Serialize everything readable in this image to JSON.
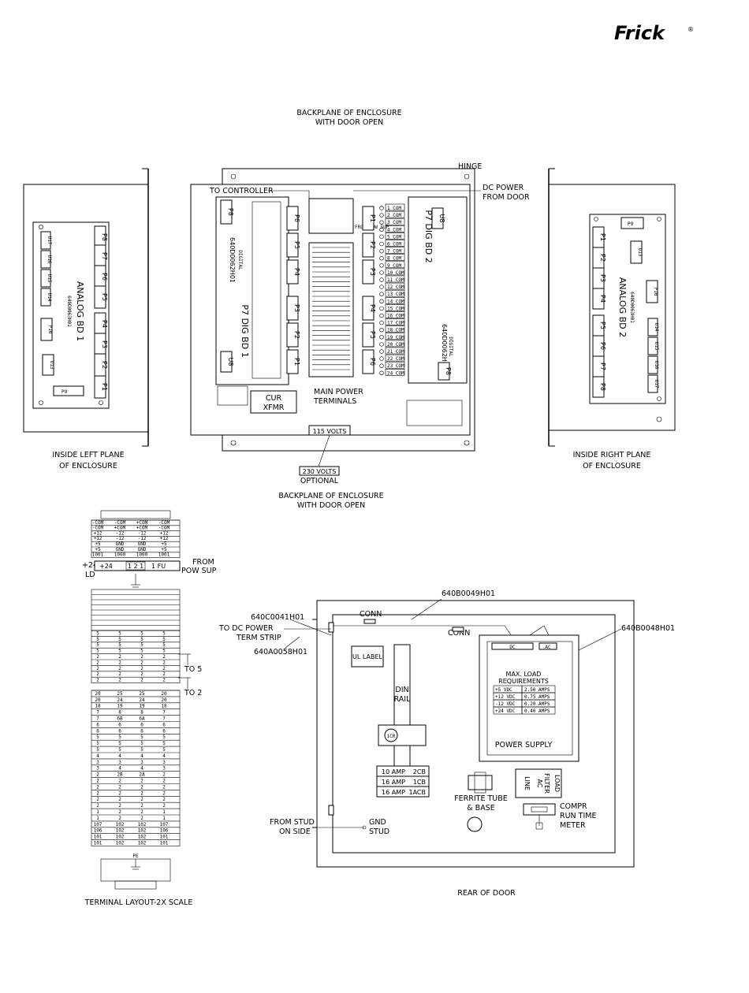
{
  "logo": {
    "text": "Frick",
    "mark": "®"
  },
  "backplane": {
    "title_top_1": "BACKPLANE OF ENCLOSURE",
    "title_top_2": "WITH DOOR OPEN",
    "title_bottom_1": "BACKPLANE OF ENCLOSURE",
    "title_bottom_2": "WITH DOOR OPEN",
    "hinge": "HINGE",
    "to_controller": "TO CONTROLLER",
    "dc_power_1": "DC POWER",
    "dc_power_2": "FROM DOOR",
    "main_power_1": "MAIN POWER",
    "main_power_2": "TERMINALS",
    "cur_1": "CUR",
    "cur_2": "XFMR",
    "v115": "115 VOLTS",
    "v230": "230 VOLTS",
    "optional": "OPTIONAL",
    "dig1_part": "640D0062H01",
    "dig1_sub": "DIGITAL",
    "dig1_name": "P7 DIG BD 1",
    "dig2_part": "640D0062H01",
    "dig2_sub": "DIGITAL",
    "dig2_name": "P7 DIG BD 2",
    "u8": "U8",
    "p8": "P8",
    "from_pow_sup": "FROM POW SUP",
    "left_ports": [
      "P6",
      "P5",
      "P4",
      "P3",
      "P2",
      "P1"
    ],
    "right_ports": [
      "P1",
      "P2",
      "P3",
      "P4",
      "P5",
      "P6"
    ],
    "com_labels": [
      "1 COM",
      "2 COM",
      "3 COM",
      "4 COM",
      "5 COM",
      "6 COM",
      "7 COM",
      "8 COM",
      "9 COM",
      "10 COM",
      "11 COM",
      "12 COM",
      "13 COM",
      "14 COM",
      "15 COM",
      "16 COM",
      "17 COM",
      "18 COM",
      "19 COM",
      "20 COM",
      "21 COM",
      "22 COM",
      "23 COM",
      "24 COM"
    ]
  },
  "left_plane": {
    "caption_1": "INSIDE LEFT PLANE",
    "caption_2": "OF ENCLOSURE",
    "board_name": "ANALOG BD 1",
    "board_part": "640D0063H01",
    "ports": [
      "P8",
      "P7",
      "P6",
      "P5",
      "P4",
      "P3",
      "P2",
      "P1"
    ],
    "chips": [
      "U17",
      "U16",
      "U15",
      "U14",
      "P10",
      "U13",
      "P9"
    ]
  },
  "right_plane": {
    "caption_1": "INSIDE RIGHT PLANE",
    "caption_2": "OF ENCLOSURE",
    "board_name": "ANALOG BD 2",
    "board_part": "640D0063H01",
    "ports": [
      "P1",
      "P2",
      "P3",
      "P4",
      "P5",
      "P6",
      "P7",
      "P8"
    ],
    "chips": [
      "P9",
      "U13",
      "P10",
      "U14",
      "U15",
      "U16",
      "U17"
    ]
  },
  "terminal": {
    "caption": "TERMINAL LAYOUT-2X SCALE",
    "plus24": "+24",
    "ld": "LD",
    "from_1": "FROM",
    "from_2": "POW SUP",
    "fuse_left": "+24",
    "fuse_box": "1 2 1",
    "fuse_right": "1 FU",
    "to5": "TO 5",
    "to2": "TO 2",
    "pe": "PE",
    "top_rows": [
      [
        "-COM",
        "-COM",
        "+COM",
        "-COM"
      ],
      [
        "-COM",
        "+COM",
        "+COM",
        "-COM"
      ],
      [
        "+12",
        "-12",
        "-12",
        "+12"
      ],
      [
        "+12",
        "-12",
        "-12",
        "+12"
      ],
      [
        "+5",
        "GND",
        "GND",
        "+5"
      ],
      [
        "+5",
        "GND",
        "GND",
        "+5"
      ],
      [
        "1001",
        "1000",
        "1000",
        "1001"
      ]
    ],
    "mid_rows": [
      [
        "5",
        "5",
        "5",
        "5"
      ],
      [
        "5",
        "5",
        "5",
        "5"
      ],
      [
        "5",
        "5",
        "5",
        "5"
      ],
      [
        "5",
        "5",
        "5",
        "5"
      ],
      [
        "2",
        "2",
        "2",
        "2"
      ],
      [
        "2",
        "2",
        "2",
        "2"
      ],
      [
        "2",
        "2",
        "2",
        "2"
      ],
      [
        "2",
        "2",
        "2",
        "2"
      ],
      [
        "2",
        "2",
        "2",
        "2"
      ]
    ],
    "bottom_rows": [
      [
        "20",
        "25",
        "25",
        "20"
      ],
      [
        "20",
        "24",
        "24",
        "20"
      ],
      [
        "18",
        "19",
        "19",
        "18"
      ],
      [
        "7",
        "8",
        "8",
        "7"
      ],
      [
        "7",
        "6B",
        "6A",
        "7"
      ],
      [
        "6",
        "6",
        "6",
        "6"
      ],
      [
        "6",
        "6",
        "6",
        "6"
      ],
      [
        "5",
        "5",
        "5",
        "5"
      ],
      [
        "5",
        "5",
        "5",
        "5"
      ],
      [
        "5",
        "5",
        "5",
        "5"
      ],
      [
        "4",
        "4",
        "4",
        "4"
      ],
      [
        "3",
        "3",
        "3",
        "3"
      ],
      [
        "3",
        "4",
        "4",
        "3"
      ],
      [
        "2",
        "2B",
        "2A",
        "2"
      ],
      [
        "2",
        "2",
        "2",
        "2"
      ],
      [
        "2",
        "2",
        "2",
        "2"
      ],
      [
        "2",
        "2",
        "2",
        "2"
      ],
      [
        "2",
        "2",
        "2",
        "2"
      ],
      [
        "2",
        "2",
        "2",
        "2"
      ],
      [
        "1",
        "2",
        "2",
        "1"
      ],
      [
        "1",
        "2",
        "2",
        "1"
      ],
      [
        "107",
        "102",
        "102",
        "107"
      ],
      [
        "106",
        "102",
        "102",
        "106"
      ],
      [
        "101",
        "102",
        "102",
        "101"
      ],
      [
        "101",
        "102",
        "102",
        "101"
      ]
    ]
  },
  "door": {
    "caption": "REAR OF DOOR",
    "p640c": "640C0041H01",
    "p640b49": "640B0049H01",
    "p640b48": "640B0048H01",
    "p640a": "640A0058H01",
    "to_dc_1": "TO DC POWER",
    "to_dc_2": "TERM STRIP",
    "conn": "CONN",
    "ul_label": "UL LABEL",
    "din_1": "DIN",
    "din_2": "RAIL",
    "icr": "1CR",
    "dc": "DC",
    "ac": "AC",
    "max_load": "MAX. LOAD",
    "requirements": "REQUIREMENTS",
    "load_table": [
      [
        "+5 VDC",
        "2.50 AMPS"
      ],
      [
        "+12 VDC",
        "0.75 AMPS"
      ],
      [
        "-12 VDC",
        "0.20 AMPS"
      ],
      [
        "+24 VDC",
        "0.40 AMPS"
      ]
    ],
    "power_supply": "POWER SUPPLY",
    "breakers": [
      [
        "10 AMP",
        "2CB"
      ],
      [
        "16 AMP",
        "1CB"
      ],
      [
        "16 AMP",
        "1ACB"
      ]
    ],
    "ferrite_1": "FERRITE TUBE",
    "ferrite_2": "& BASE",
    "line": "LINE",
    "ac_filter_1": "AC",
    "ac_filter_2": "FILTER",
    "load": "LOAD",
    "compr_1": "COMPR",
    "compr_2": "RUN TIME",
    "compr_3": "METER",
    "from_stud_1": "FROM STUD",
    "from_stud_2": "ON SIDE",
    "gnd_1": "GND",
    "gnd_2": "STUD"
  }
}
